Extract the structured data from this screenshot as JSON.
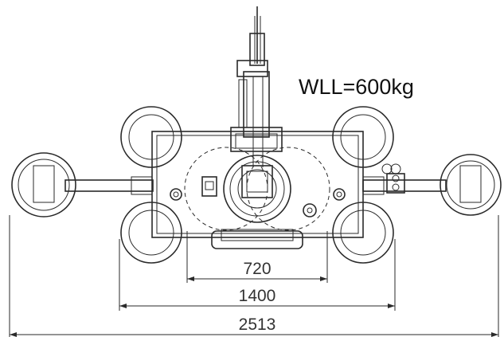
{
  "drawing": {
    "wll_label": "WLL=600kg",
    "dimensions": [
      {
        "key": "inner",
        "value": "720"
      },
      {
        "key": "middle",
        "value": "1400"
      },
      {
        "key": "outer",
        "value": "2513"
      }
    ]
  }
}
